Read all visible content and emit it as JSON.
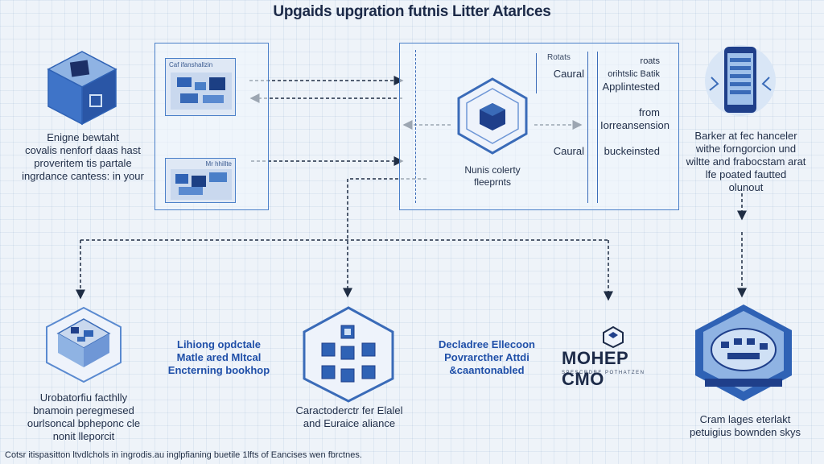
{
  "title": "Upgaids upgration futnis Litter Atarlces",
  "left_top": {
    "lines": [
      "Enigne bewtaht",
      "covalis nenforf daas hast",
      "proveritem tis partale",
      "ingrdance cantess: in your"
    ]
  },
  "panel_a": {
    "card1_label": "Caf ifanshallzin",
    "card2_label": "Mr hhillte"
  },
  "center_node": {
    "lines": [
      "Nunis colerty",
      "fleeprnts"
    ]
  },
  "table": {
    "header": "Rotats",
    "col1": [
      "Caural",
      "Caural"
    ],
    "col2_groups": [
      [
        "roats",
        "orihtslic Batik",
        "Applintested"
      ],
      [
        "from",
        "Iorreansension"
      ],
      [
        "buckeinsted"
      ]
    ]
  },
  "phone_block": {
    "lines": [
      "Barker at fec hanceler",
      "withe forngorcion und",
      "wiltte and frabocstam arat",
      "lfe poated fautted",
      "olunout"
    ]
  },
  "bottom_1": {
    "lines": [
      "Urobatorfiu facthlly",
      "bnamoin peregmesed",
      "ourlsoncal bpheponc cle",
      "nonit lleporcit"
    ]
  },
  "bottom_2": {
    "lines": [
      "Lihiong opdctale",
      "Matle ared Mltcal",
      "Encterning bookhop"
    ]
  },
  "bottom_3": {
    "lines": [
      "Caractoderctr fer Elalel",
      "and Euraice aliance"
    ]
  },
  "bottom_4": {
    "lines": [
      "Decladree Ellecoon",
      "Povrarcther Attdi",
      "&caantonabled"
    ]
  },
  "brand": {
    "name": "MOHEP CMO",
    "tagline": "SPESCRDRE POTHATZEN"
  },
  "bottom_5": {
    "lines": [
      "Cram lages eterlakt",
      "petuigius bownden skys"
    ]
  },
  "footer": "Cotsr itispasitton ltvdlchols in ingrodis.au inglpfianing buetile 1lfts of Eancises wen fbrctnes.",
  "colors": {
    "accent": "#3a6bb8",
    "panel_border": "#4a7fc8",
    "dark_blue": "#1f4fa8"
  },
  "icons": [
    "cube-icon",
    "blueprint-icon",
    "phone-icon",
    "cluster-icon",
    "brand-icon",
    "dome-icon",
    "arrow-icon"
  ]
}
